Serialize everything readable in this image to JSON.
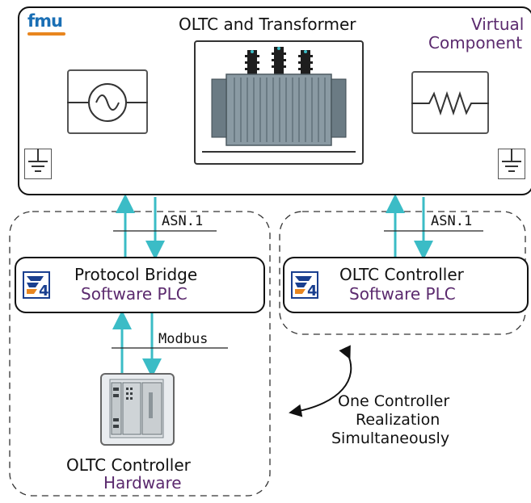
{
  "virtual_component": {
    "fmu_logo": "fmu",
    "title": "OLTC and Transformer",
    "label_line1": "Virtual",
    "label_line2": "Component"
  },
  "protocol_bridge": {
    "title": "Protocol Bridge",
    "subtitle": "Software PLC"
  },
  "oltc_software": {
    "title": "OLTC Controller",
    "subtitle": "Software PLC"
  },
  "hardware": {
    "title": "OLTC Controller",
    "subtitle": "Hardware"
  },
  "links": {
    "asn_left": "ASN.1",
    "asn_right": "ASN.1",
    "modbus": "Modbus"
  },
  "note": {
    "line1": "One Controller",
    "line2": "Realization",
    "line3": "Simultaneously"
  },
  "colors": {
    "arrow": "#3bbcc6",
    "wire": "#8b1a1a",
    "accent_text": "#5b2a6e",
    "logo_blue": "#1a6fb5",
    "logo_orange": "#e8861f"
  },
  "icons": [
    "ac-source-icon",
    "transformer-icon",
    "resistor-icon",
    "ground-icon",
    "plc-logo-icon",
    "plc-hardware-icon"
  ]
}
